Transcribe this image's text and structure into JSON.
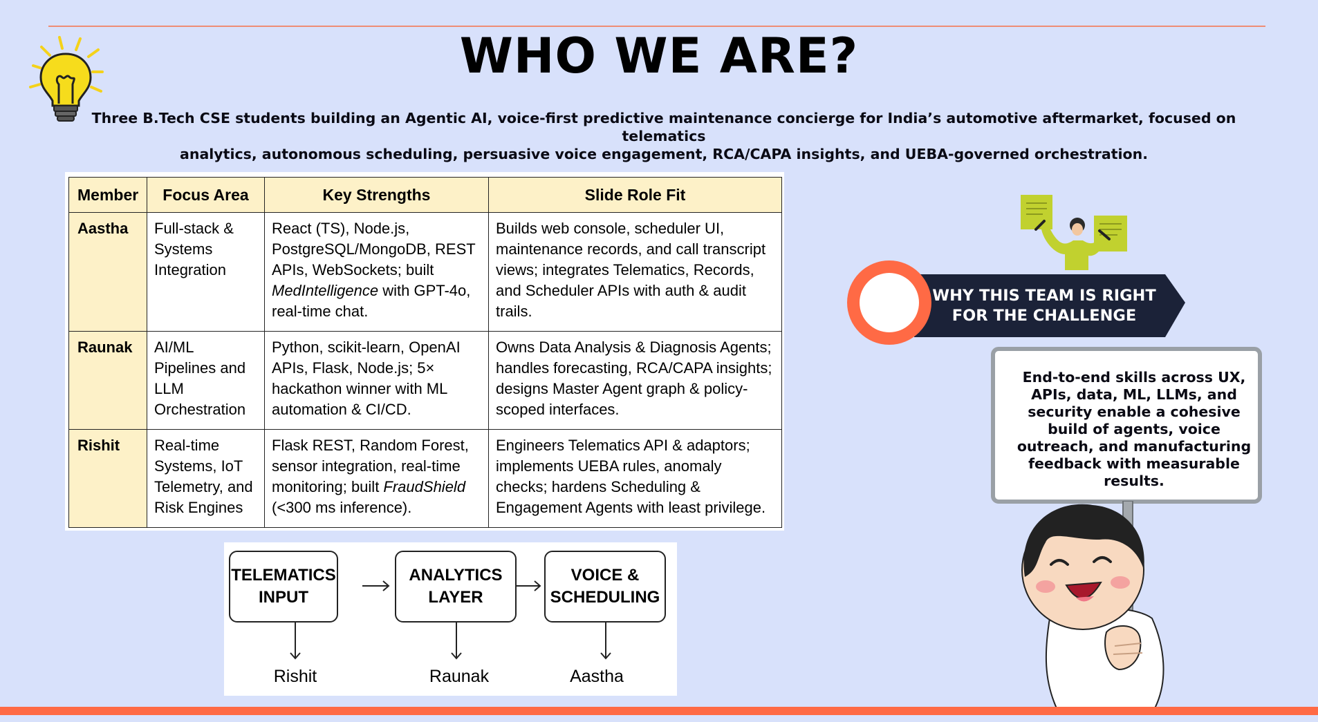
{
  "slide": {
    "title": "WHO WE ARE?",
    "subtitle_line1": "Three B.Tech CSE students building an Agentic AI, voice-first predictive maintenance concierge for India’s automotive aftermarket, focused on telematics",
    "subtitle_line2": "analytics, autonomous scheduling, persuasive voice engagement, RCA/CAPA insights, and UEBA-governed orchestration."
  },
  "team_table": {
    "headers": [
      "Member",
      "Focus Area",
      "Key Strengths",
      "Slide Role Fit"
    ],
    "rows": [
      {
        "member": "Aastha",
        "focus": "Full-stack & Systems Integration",
        "strengths_a": "React (TS), Node.js, PostgreSQL/MongoDB, REST APIs, WebSockets; built ",
        "strengths_em": "MedIntelligence",
        "strengths_b": " with GPT-4o, real-time chat.",
        "role": "Builds web console, scheduler UI, maintenance records, and call transcript views; integrates Telematics, Records, and Scheduler APIs with auth & audit trails."
      },
      {
        "member": "Raunak",
        "focus": "AI/ML Pipelines and LLM Orchestration",
        "strengths_a": "Python, scikit-learn, OpenAI APIs, Flask, Node.js; 5× hackathon winner with ML automation & CI/CD.",
        "strengths_em": "",
        "strengths_b": "",
        "role": "Owns Data Analysis & Diagnosis Agents; handles forecasting, RCA/CAPA insights; designs Master Agent graph & policy-scoped interfaces."
      },
      {
        "member": "Rishit",
        "focus": "Real-time Systems, IoT Telemetry, and Risk Engines",
        "strengths_a": "Flask REST, Random Forest, sensor integration, real-time monitoring; built ",
        "strengths_em": "FraudShield",
        "strengths_b": " (<300 ms inference).",
        "role": "Engineers Telematics API & adaptors; implements UEBA rules, anomaly checks; hardens Scheduling & Engagement Agents with least privilege."
      }
    ]
  },
  "flow": {
    "boxes": [
      {
        "line1": "TELEMATICS",
        "line2": "INPUT",
        "owner": "Rishit"
      },
      {
        "line1": "ANALYTICS",
        "line2": "LAYER",
        "owner": "Raunak"
      },
      {
        "line1": "VOICE &",
        "line2": "SCHEDULING",
        "owner": "Aastha"
      }
    ]
  },
  "banner": {
    "line1": "WHY THIS TEAM IS RIGHT",
    "line2": "FOR THE CHALLENGE"
  },
  "sign_board": {
    "text": "End-to-end skills across UX, APIs, data, ML, LLMs, and security enable a cohesive build of agents, voice outreach, and manufacturing feedback with measurable results."
  },
  "colors": {
    "background": "#d8e1fb",
    "accent_orange": "#ff6a45",
    "banner_navy": "#1b2238",
    "table_header": "#fdf1c8"
  },
  "icons": [
    "lightbulb-icon",
    "presenter-with-documents-illustration",
    "kid-holding-sign-illustration"
  ]
}
